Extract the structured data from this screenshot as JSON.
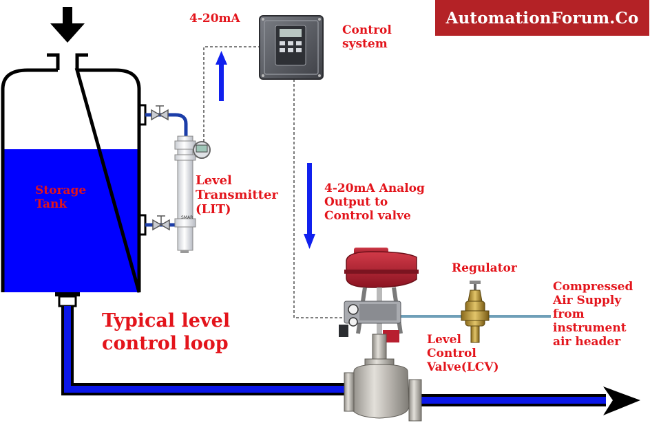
{
  "brand": {
    "text": "AutomationForum.Co"
  },
  "labels": {
    "signal_in": "4-20mA",
    "control_system": [
      "Control",
      "system"
    ],
    "storage_tank": [
      "Storage",
      "Tank"
    ],
    "level_transmitter": [
      "Level",
      "Transmitter",
      "(LIT)"
    ],
    "analog_output": [
      "4-20mA Analog",
      "Output to",
      "Control valve"
    ],
    "regulator": "Regulator",
    "air_supply": [
      "Compressed",
      "Air Supply",
      "from",
      "instrument",
      "air header"
    ],
    "title": [
      "Typical level",
      "control loop"
    ],
    "control_valve": [
      "Level",
      "Control",
      "Valve(LCV)"
    ],
    "transmitter_brand": "SMAR"
  },
  "colors": {
    "label_red": "#e3141b",
    "brand_bg": "#b42226",
    "liquid_blue": "#0000ff",
    "pipe_blue": "#0b17e8",
    "arrow_blue": "#1020ee",
    "actuator_red": "#b81f2f",
    "control_box": "#5c5f66",
    "black": "#000000"
  },
  "icons": {
    "inflow_arrow": "arrow-down-icon",
    "outflow_arrow": "arrow-right-icon",
    "signal_up_arrow": "arrow-up-icon",
    "signal_down_arrow": "arrow-down-icon"
  }
}
